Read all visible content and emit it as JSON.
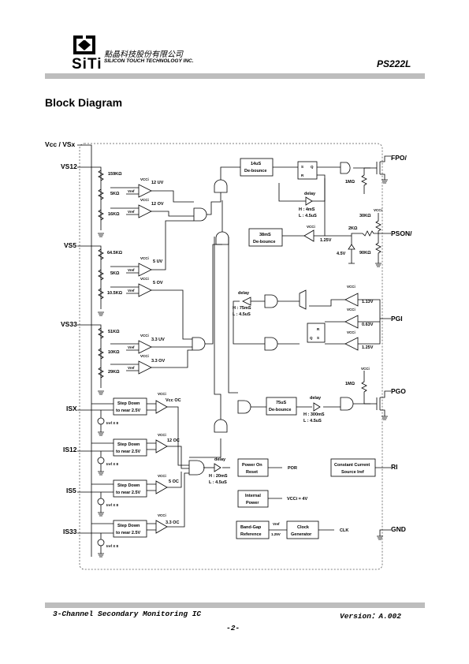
{
  "header": {
    "logo_text": "SiTi",
    "company_cn": "點晶科技股份有限公司",
    "company_en": "SILICON TOUCH TECHNOLOGY INC.",
    "part_number": "PS222L"
  },
  "section_title": "Block Diagram",
  "pins_left": {
    "vcc_vsx": "Vcc / VSx",
    "vs12": "VS12",
    "vs5": "VS5",
    "vs33": "VS33",
    "isx": "ISX",
    "is12": "IS12",
    "is5": "IS5",
    "is33": "IS33"
  },
  "pins_right": {
    "fpo": "FPO/",
    "pson": "PSON/",
    "pgi": "PGI",
    "pgo": "PGO",
    "ri": "RI",
    "gnd": "GND"
  },
  "resistors": {
    "r159k": "159KΩ",
    "r5k": "5KΩ",
    "r16k": "16KΩ",
    "r645k": "64.5KΩ",
    "r5k_b": "5KΩ",
    "r105k": "10.5KΩ",
    "r51k": "51KΩ",
    "r10k": "10KΩ",
    "r29k": "29KΩ",
    "r1m_fpo": "1MΩ",
    "r30k": "30KΩ",
    "r2k": "2KΩ",
    "r90k": "90KΩ",
    "r1m_pgo": "1MΩ"
  },
  "comparators": {
    "uv12": "12 UV",
    "ov12": "12 OV",
    "uv5": "5 UV",
    "ov5": "5 OV",
    "uv33": "3.3 UV",
    "ov33": "3.3 OV",
    "vcc_oc": "Vcc OC",
    "oc12": "12 OC",
    "oc5": "5 OC",
    "oc33": "3.3 OC",
    "v113": "1.13V",
    "v063": "0.63V",
    "v125": "1.25V",
    "v125_pson": "1.25V"
  },
  "misc_labels": {
    "vcci": "VCCi",
    "vref": "Vref",
    "iref_x8": "Iref X 8",
    "v45": "4.5V",
    "delay": "delay"
  },
  "blocks": {
    "debounce14": [
      "14uS",
      "De-bounce"
    ],
    "debounce38": [
      "38mS",
      "De-bounce"
    ],
    "debounce75": [
      "75uS",
      "De-bounce"
    ],
    "sr_top": [
      "S",
      "Q",
      "R"
    ],
    "sr_mid": [
      "R",
      "Q",
      "S"
    ],
    "step_down": [
      "Step Down",
      "to near 2.5V"
    ],
    "por": [
      "Power On",
      "Reset"
    ],
    "por_out": "POR",
    "internal_power": [
      "Internal",
      "Power"
    ],
    "vcci_out": "VCCi = 4V",
    "bandgap": [
      "Band-Gap",
      "Reference"
    ],
    "bandgap_v": "1.25V",
    "clock": [
      "Clock",
      "Generator"
    ],
    "clk_out": "CLK",
    "current_source": [
      "Constant Current",
      "Source Iref"
    ]
  },
  "delays": {
    "d1": [
      "H : 4mS",
      "L : 4.5uS"
    ],
    "d2": [
      "H : 75mS",
      "L : 4.5uS"
    ],
    "d3": [
      "H : 300mS",
      "L : 4.5uS"
    ],
    "d4": [
      "H : 20mS",
      "L : 4.5uS"
    ]
  },
  "footer": {
    "left": "3-Channel Secondary Monitoring IC",
    "right": "Version：A.002",
    "page": "-2-"
  }
}
